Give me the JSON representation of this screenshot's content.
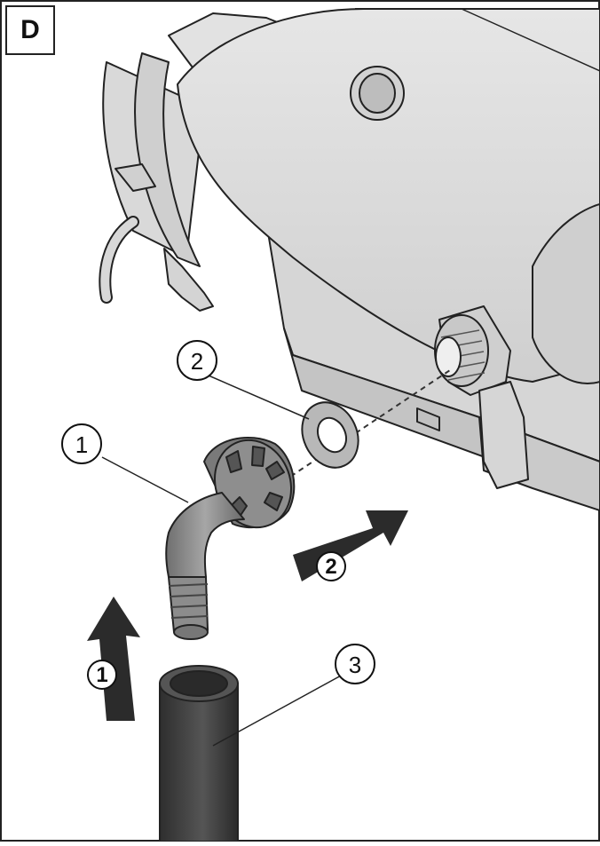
{
  "panel": {
    "label": "D"
  },
  "callouts": [
    {
      "number": "1"
    },
    {
      "number": "2"
    },
    {
      "number": "3"
    }
  ],
  "steps": [
    {
      "number": "1"
    },
    {
      "number": "2"
    }
  ],
  "colors": {
    "outline": "#222222",
    "housing": "#dcdcdc",
    "housing_shadow": "#bdbdbd",
    "hose": "#3c3c3c",
    "elbow": "#8a8a8a",
    "arrow": "#2b2b2b"
  }
}
